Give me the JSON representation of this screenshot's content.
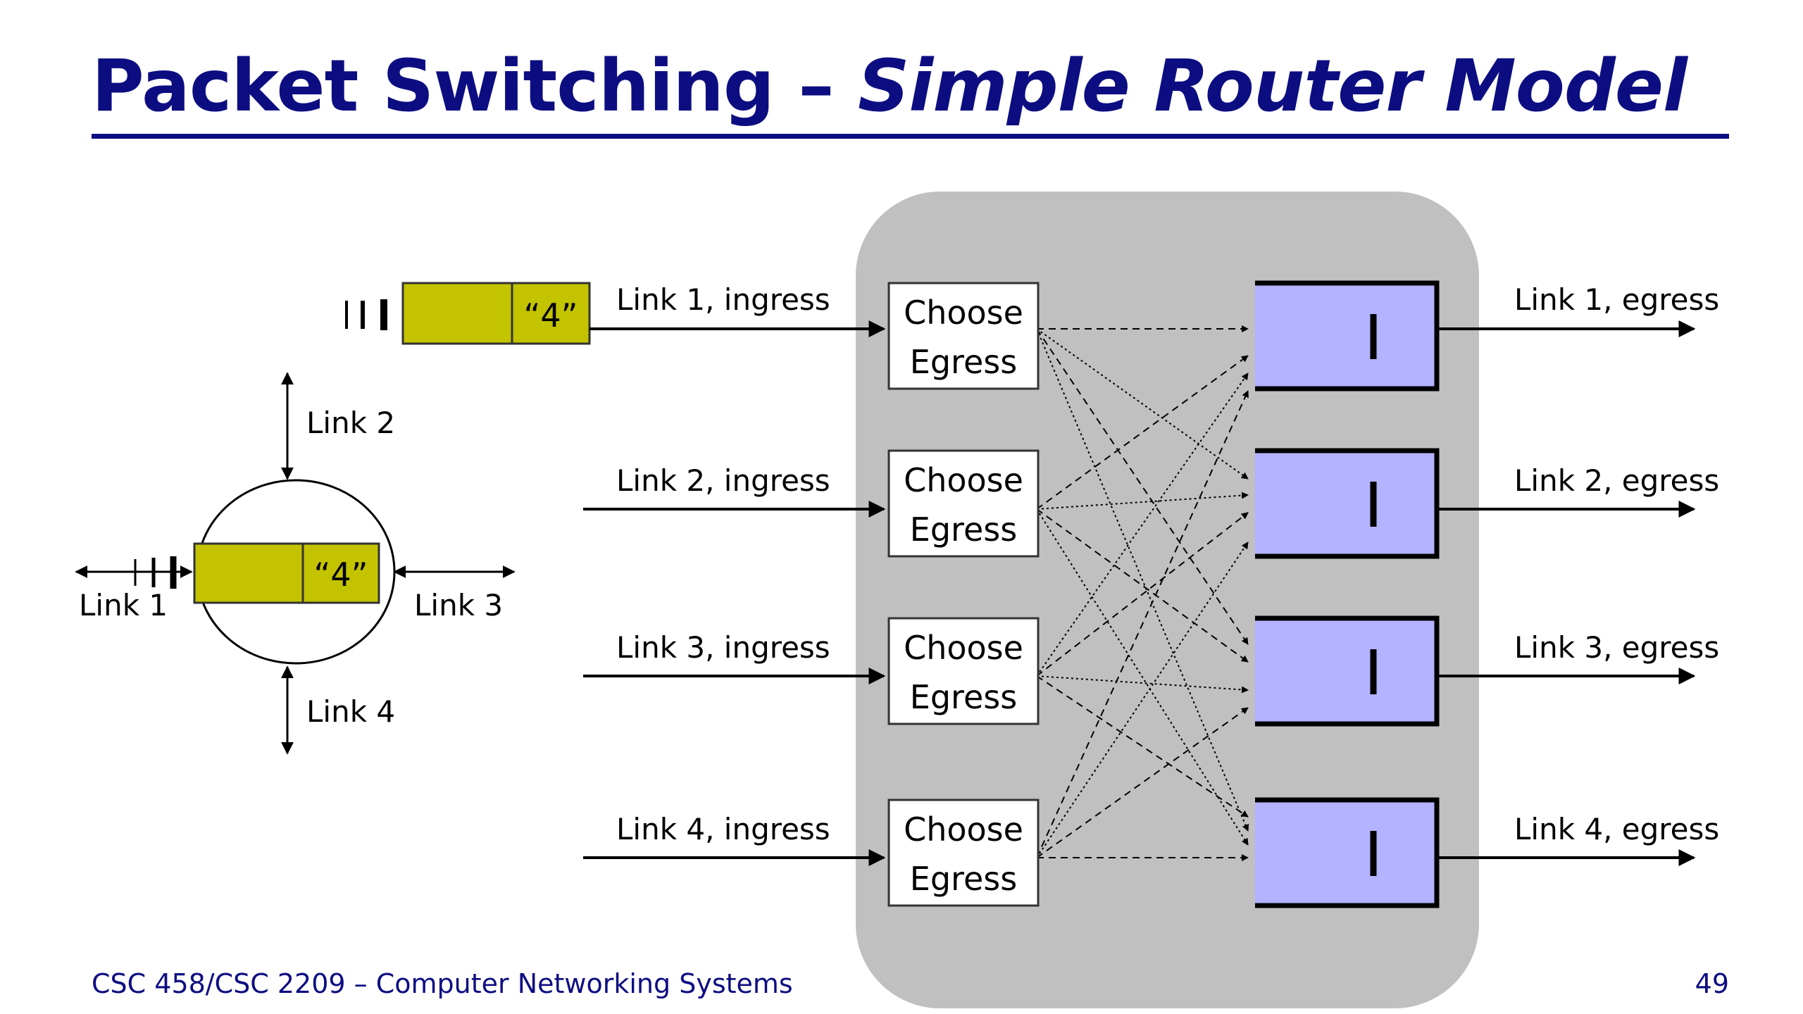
{
  "title": {
    "main": "Packet Switching – ",
    "sub": "Simple Router Model"
  },
  "footer": {
    "course": "CSC 458/CSC 2209 – Computer Networking Systems",
    "page": "49"
  },
  "packet_label": "“4”",
  "node_links": {
    "link1": "Link 1",
    "link2": "Link 2",
    "link3": "Link 3",
    "link4": "Link 4"
  },
  "router": {
    "choose_label": {
      "line1": "Choose",
      "line2": "Egress"
    },
    "ingress": [
      "Link 1, ingress",
      "Link 2, ingress",
      "Link 3, ingress",
      "Link 4, ingress"
    ],
    "egress": [
      "Link 1, egress",
      "Link 2, egress",
      "Link 3, egress",
      "Link 4, egress"
    ]
  },
  "colors": {
    "title": "#0d0d82",
    "packet": "#c3c300",
    "queue": "#b3b3ff",
    "router_bg": "#c0c0c0"
  }
}
